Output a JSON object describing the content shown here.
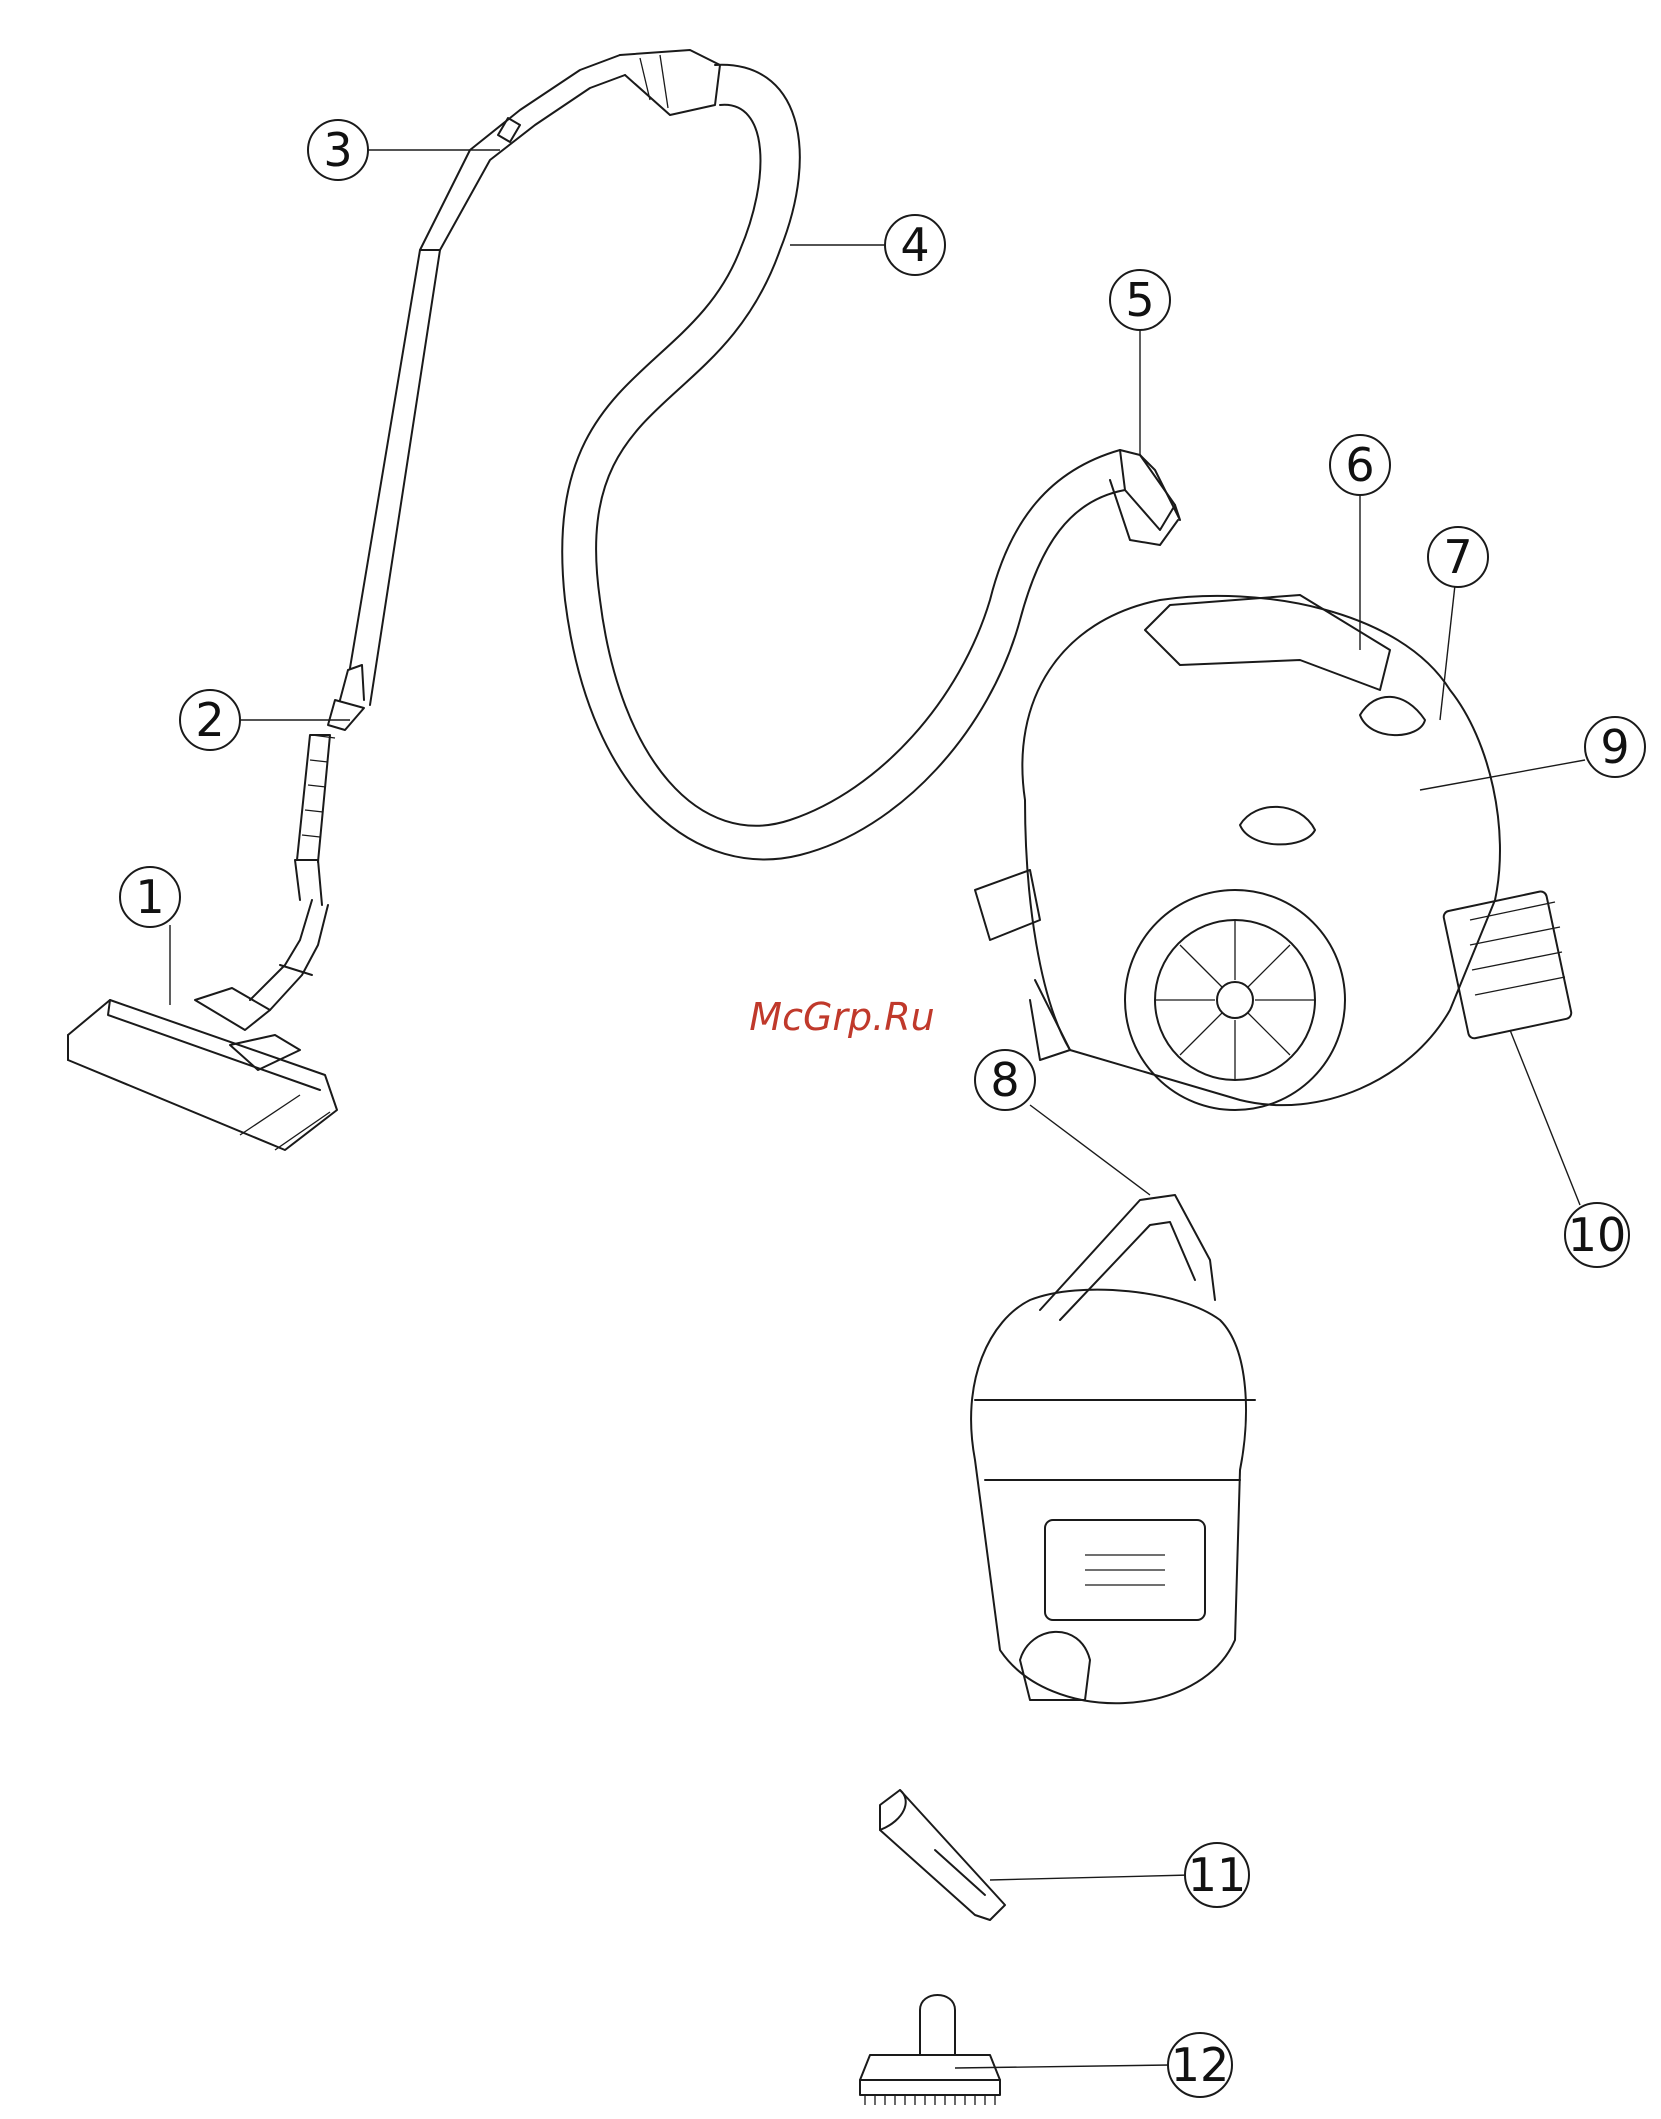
{
  "watermark": {
    "text": "McGrp.Ru",
    "color": "#c0392b"
  },
  "callouts": [
    {
      "number": "1"
    },
    {
      "number": "2"
    },
    {
      "number": "3"
    },
    {
      "number": "4"
    },
    {
      "number": "5"
    },
    {
      "number": "6"
    },
    {
      "number": "7"
    },
    {
      "number": "8"
    },
    {
      "number": "9"
    },
    {
      "number": "10"
    },
    {
      "number": "11"
    },
    {
      "number": "12"
    }
  ]
}
